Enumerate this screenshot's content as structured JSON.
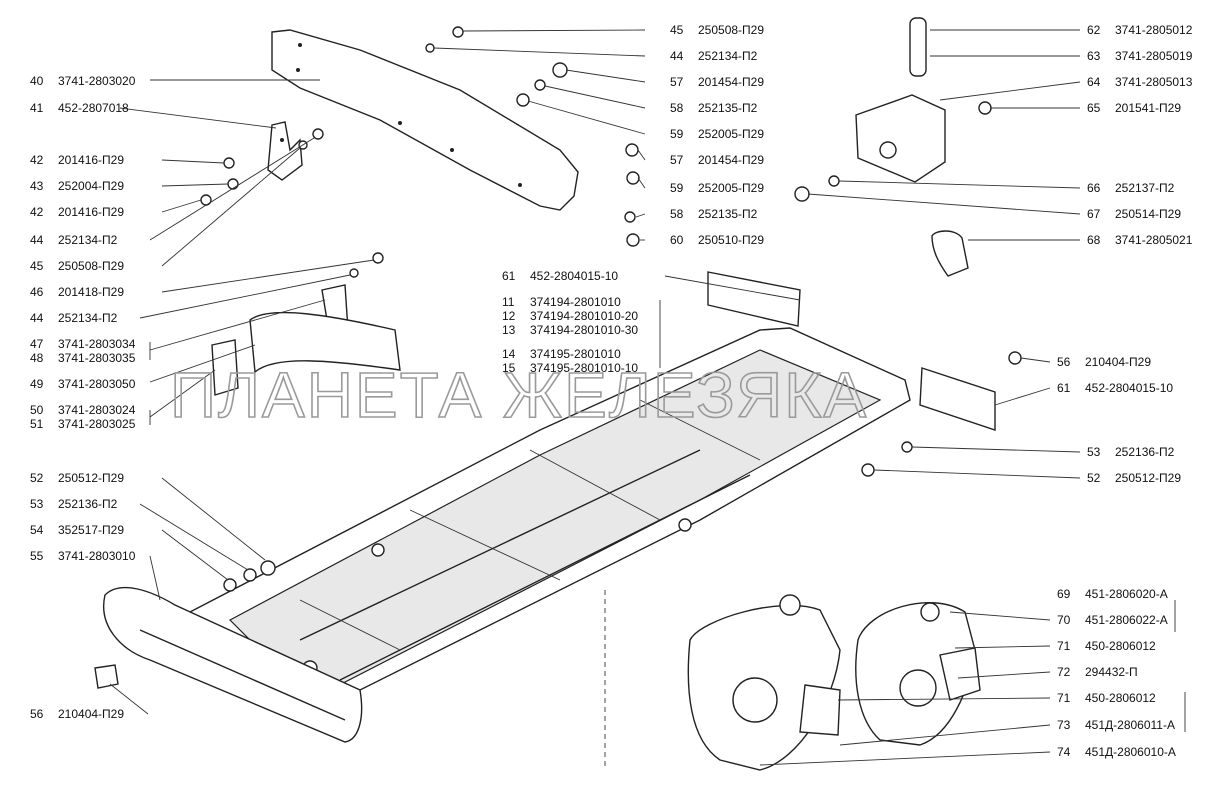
{
  "watermark": "ПЛАНЕТА ЖЕЛЕЗЯКА",
  "callouts": [
    {
      "id": "c40",
      "num": "40",
      "code": "3741-2803020"
    },
    {
      "id": "c41",
      "num": "41",
      "code": "452-2807018"
    },
    {
      "id": "c42a",
      "num": "42",
      "code": "201416-П29"
    },
    {
      "id": "c43",
      "num": "43",
      "code": "252004-П29"
    },
    {
      "id": "c42b",
      "num": "42",
      "code": "201416-П29"
    },
    {
      "id": "c44a",
      "num": "44",
      "code": "252134-П2"
    },
    {
      "id": "c45a",
      "num": "45",
      "code": "250508-П29"
    },
    {
      "id": "c46",
      "num": "46",
      "code": "201418-П29"
    },
    {
      "id": "c44b",
      "num": "44",
      "code": "252134-П2"
    },
    {
      "id": "c47",
      "num": "47",
      "code": "3741-2803034"
    },
    {
      "id": "c48",
      "num": "48",
      "code": "3741-2803035"
    },
    {
      "id": "c49",
      "num": "49",
      "code": "3741-2803050"
    },
    {
      "id": "c50",
      "num": "50",
      "code": "3741-2803024"
    },
    {
      "id": "c51",
      "num": "51",
      "code": "3741-2803025"
    },
    {
      "id": "c52a",
      "num": "52",
      "code": "250512-П29"
    },
    {
      "id": "c53a",
      "num": "53",
      "code": "252136-П2"
    },
    {
      "id": "c54",
      "num": "54",
      "code": "352517-П29"
    },
    {
      "id": "c55",
      "num": "55",
      "code": "3741-2803010"
    },
    {
      "id": "c56a",
      "num": "56",
      "code": "210404-П29"
    },
    {
      "id": "c45b",
      "num": "45",
      "code": "250508-П29"
    },
    {
      "id": "c44c",
      "num": "44",
      "code": "252134-П2"
    },
    {
      "id": "c57a",
      "num": "57",
      "code": "201454-П29"
    },
    {
      "id": "c58a",
      "num": "58",
      "code": "252135-П2"
    },
    {
      "id": "c59a",
      "num": "59",
      "code": "252005-П29"
    },
    {
      "id": "c57b",
      "num": "57",
      "code": "201454-П29"
    },
    {
      "id": "c59b",
      "num": "59",
      "code": "252005-П29"
    },
    {
      "id": "c58b",
      "num": "58",
      "code": "252135-П2"
    },
    {
      "id": "c60",
      "num": "60",
      "code": "250510-П29"
    },
    {
      "id": "c61a",
      "num": "61",
      "code": "452-2804015-10"
    },
    {
      "id": "c11",
      "num": "11",
      "code": "374194-2801010"
    },
    {
      "id": "c12",
      "num": "12",
      "code": "374194-2801010-20"
    },
    {
      "id": "c13",
      "num": "13",
      "code": "374194-2801010-30"
    },
    {
      "id": "c14",
      "num": "14",
      "code": "374195-2801010"
    },
    {
      "id": "c15",
      "num": "15",
      "code": "374195-2801010-10"
    },
    {
      "id": "c62",
      "num": "62",
      "code": "3741-2805012"
    },
    {
      "id": "c63",
      "num": "63",
      "code": "3741-2805019"
    },
    {
      "id": "c64",
      "num": "64",
      "code": "3741-2805013"
    },
    {
      "id": "c65",
      "num": "65",
      "code": "201541-П29"
    },
    {
      "id": "c66",
      "num": "66",
      "code": "252137-П2"
    },
    {
      "id": "c67",
      "num": "67",
      "code": "250514-П29"
    },
    {
      "id": "c68",
      "num": "68",
      "code": "3741-2805021"
    },
    {
      "id": "c56b",
      "num": "56",
      "code": "210404-П29"
    },
    {
      "id": "c61b",
      "num": "61",
      "code": "452-2804015-10"
    },
    {
      "id": "c53b",
      "num": "53",
      "code": "252136-П2"
    },
    {
      "id": "c52b",
      "num": "52",
      "code": "250512-П29"
    },
    {
      "id": "c69",
      "num": "69",
      "code": "451-2806020-А"
    },
    {
      "id": "c70",
      "num": "70",
      "code": "451-2806022-А"
    },
    {
      "id": "c71a",
      "num": "71",
      "code": "450-2806012"
    },
    {
      "id": "c72",
      "num": "72",
      "code": "294432-П"
    },
    {
      "id": "c71b",
      "num": "71",
      "code": "450-2806012"
    },
    {
      "id": "c73",
      "num": "73",
      "code": "451Д-2806011-А"
    },
    {
      "id": "c74",
      "num": "74",
      "code": "451Д-2806010-А"
    }
  ]
}
